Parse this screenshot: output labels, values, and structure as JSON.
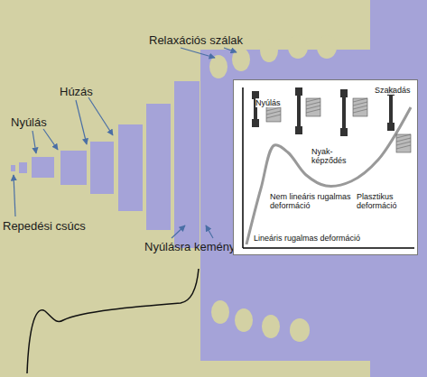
{
  "diagram": {
    "nodes": [
      {
        "text": [
          "Nyúlás",
          "Szakadás",
          "Nyak- képződés",
          "Nem lineáris rugalmas deformáció",
          "Plasztikus deformáció",
          "Lineáris rugalmas deformáció"
        ]
      }
    ],
    "labels": [
      "Relaxációs szálak",
      "Nyúlás",
      "Húzás",
      "Repedési csúcs",
      "Nyúlásra keményedő szálak"
    ]
  }
}
